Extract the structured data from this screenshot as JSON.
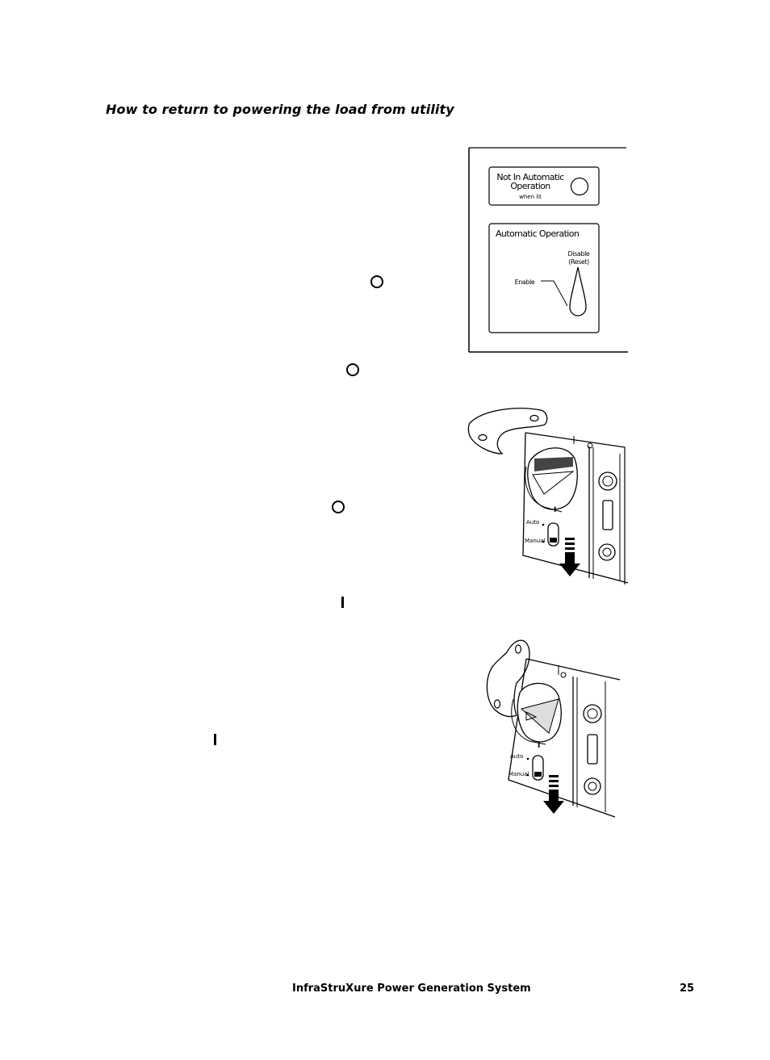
{
  "heading": "How to return to powering the load from utility",
  "symbols": {
    "off": "O",
    "on": "I"
  },
  "panel": {
    "indicator_title_line1": "Not In Automatic",
    "indicator_title_line2": "Operation",
    "indicator_note": "when lit",
    "switch_title": "Automatic Operation",
    "disable_label": "Disable",
    "reset_label": "(Reset)",
    "enable_label": "Enable"
  },
  "breaker_figure_1": {
    "auto_label": "Auto",
    "manual_label": "Manual",
    "dial_mark": "I"
  },
  "breaker_figure_2": {
    "auto_label": "Auto",
    "manual_label": "Manual",
    "dial_mark": "I"
  },
  "footer": {
    "title": "InfraStruXure Power Generation System",
    "page_number": "25"
  }
}
